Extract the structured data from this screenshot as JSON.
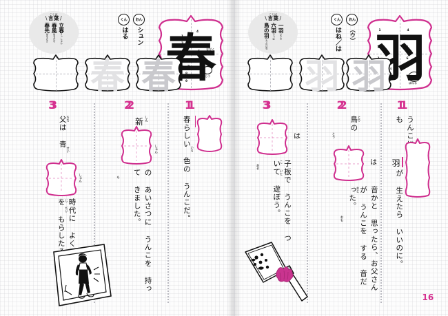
{
  "meta": {
    "page_number": "16",
    "accent_color": "#d5308f",
    "ink_color": "#111111",
    "trace_light": "#e2e2e4",
    "trace_mid": "#c9c9cd",
    "bubble_bg": "#e9e9e9"
  },
  "left_page": {
    "vocab": {
      "title_ruby": "ことば",
      "title": "言葉",
      "words": [
        {
          "kanji": "立春",
          "reading": "りっしゅん"
        },
        {
          "kanji": "春風",
          "reading": "はるかぜ"
        },
        {
          "kanji": "春先",
          "reading": "はるさき"
        }
      ]
    },
    "readings": {
      "on_label": "おん",
      "on_value": "シュン",
      "kun_label": "くん",
      "kun_value": "はる"
    },
    "kanji": "春",
    "stroke_count": 9,
    "stroke_numbers": [
      "1",
      "2",
      "3",
      "4",
      "5",
      "6",
      "7",
      "8",
      "9"
    ],
    "hints": [
      "ながく",
      "はらう"
    ],
    "practice_cells": [
      {
        "step": "3",
        "glyph": "",
        "mode": "empty"
      },
      {
        "step": "2",
        "glyph": "春",
        "mode": "trace-light"
      },
      {
        "step": "1",
        "glyph": "春",
        "mode": "trace-mid"
      }
    ],
    "sentences": [
      {
        "number": "1",
        "before": "",
        "answer_ruby": "",
        "after": "春らしい 色の うんこだ。",
        "rubies": [
          {
            "base": "色",
            "rt": "いろ"
          }
        ],
        "has_answer_box": true,
        "box_ruby": ""
      },
      {
        "number": "2",
        "before": "新",
        "before_ruby": "しん",
        "after": "の あいさつに うんこを 持って きました。",
        "rubies": [
          {
            "base": "持",
            "rt": "も"
          }
        ],
        "has_answer_box": true,
        "box_ruby": "しゅん"
      },
      {
        "number": "3",
        "before": "父は 青",
        "before_rubies": [
          {
            "base": "父",
            "rt": "ちち"
          },
          {
            "base": "青",
            "rt": "せい"
          }
        ],
        "after": "時代に よく うんこを もらしたそうだ。",
        "rubies": [
          {
            "base": "時",
            "rt": "じ"
          },
          {
            "base": "代",
            "rt": "だい"
          }
        ],
        "has_answer_box": true,
        "box_ruby": "しゅん"
      }
    ],
    "illustration": "photo-frame-young-man"
  },
  "right_page": {
    "vocab": {
      "title_ruby": "ことば",
      "title": "言葉",
      "words": [
        {
          "kanji": "一羽",
          "reading": "いちわ"
        },
        {
          "kanji": "六羽",
          "reading": "ろっぱ"
        },
        {
          "kanji": "鳥の羽",
          "reading": "とりのはね"
        }
      ]
    },
    "readings": {
      "on_label": "おん",
      "on_value": "（ウ）",
      "kun_label": "くん",
      "kun_value": "はね／は"
    },
    "kanji": "羽",
    "stroke_count": 6,
    "stroke_numbers": [
      "1",
      "2",
      "3",
      "4",
      "5",
      "6"
    ],
    "hints": [
      "みぎうえに はねる",
      "はねる",
      "はねる"
    ],
    "practice_cells": [
      {
        "step": "3",
        "glyph": "",
        "mode": "empty"
      },
      {
        "step": "2",
        "glyph": "羽",
        "mode": "trace-light"
      },
      {
        "step": "1",
        "glyph": "羽",
        "mode": "trace-mid"
      }
    ],
    "sentences": [
      {
        "number": "1",
        "before": "うんこにも",
        "inline_kanji": "羽",
        "after": "が 生えたら いいのに。",
        "rubies": [],
        "has_answer_box": true,
        "box_ruby": ""
      },
      {
        "number": "2",
        "before": "鳥の",
        "before_rubies": [
          {
            "base": "鳥",
            "rt": "とり"
          }
        ],
        "particle": "は",
        "after": "音かと 思ったら、お父さんが うんこを する 音だった。",
        "rubies": [
          {
            "base": "音",
            "rt": "おと"
          },
          {
            "base": "思",
            "rt": "おも"
          },
          {
            "base": "父",
            "rt": "とう"
          }
        ],
        "has_answer_box": true,
        "box_ruby": ""
      },
      {
        "number": "3",
        "particle": "は",
        "after": "子板で うんこを ついて 遊ぼう。",
        "rubies": [
          {
            "base": "子",
            "rt": "こ"
          },
          {
            "base": "板",
            "rt": "いた"
          },
          {
            "base": "遊",
            "rt": "あそ"
          }
        ],
        "has_answer_box": true,
        "box_ruby": ""
      }
    ],
    "illustration": "hagoita-battledore-paddle"
  }
}
